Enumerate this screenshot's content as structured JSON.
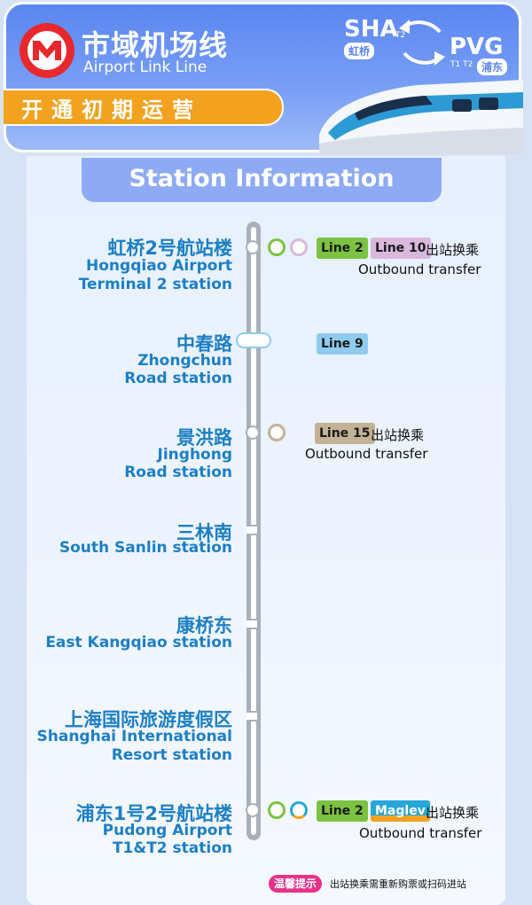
{
  "header": {
    "title_cn": "市域机场线",
    "title_en": "Airport Link Line",
    "banner": "开通初期运营",
    "airport_left": {
      "code": "SHA",
      "terminal": "T2",
      "name_cn": "虹桥"
    },
    "airport_right": {
      "code": "PVG",
      "terminal": "T1 T2",
      "name_cn": "浦东"
    }
  },
  "section_title": "Station Information",
  "stations": [
    {
      "cn": "虹桥2号航站楼",
      "en1": "Hongqiao Airport",
      "en2": "Terminal 2 station",
      "tags": [
        {
          "label": "Line 2",
          "bg": "#7cc242",
          "fg": "#1a1a1a"
        },
        {
          "label": "Line 10",
          "bg": "#d9b8dc",
          "fg": "#1a1a1a"
        }
      ],
      "note_cn": "出站换乘",
      "note_en": "Outbound transfer"
    },
    {
      "cn": "中春路",
      "en1": "Zhongchun",
      "en2": "Road station",
      "tags": [
        {
          "label": "Line 9",
          "bg": "#8fcbee",
          "fg": "#1a1a1a"
        }
      ]
    },
    {
      "cn": "景洪路",
      "en1": "Jinghong",
      "en2": "Road station",
      "tags": [
        {
          "label": "Line 15",
          "bg": "#c3b295",
          "fg": "#1a1a1a"
        }
      ],
      "note_cn": "出站换乘",
      "note_en": "Outbound transfer"
    },
    {
      "cn": "三林南",
      "en1": "South Sanlin station"
    },
    {
      "cn": "康桥东",
      "en1": "East Kangqiao station"
    },
    {
      "cn": "上海国际旅游度假区",
      "en1": "Shanghai International",
      "en2": "Resort station"
    },
    {
      "cn": "浦东1号2号航站楼",
      "en1": "Pudong Airport",
      "en2": "T1&T2 station",
      "tags": [
        {
          "label": "Line 2",
          "bg": "#7cc242",
          "fg": "#1a1a1a"
        },
        {
          "label": "Maglev",
          "bg": "#27a6d9",
          "fg": "#ffffff"
        }
      ],
      "note_cn": "出站换乘",
      "note_en": "Outbound transfer"
    }
  ],
  "footer": {
    "badge": "温馨提示",
    "text": "出站换乘需重新购票或扫码进站"
  },
  "colors": {
    "line2": "#7cc242",
    "line10": "#d9b8dc",
    "line9": "#8fcbee",
    "line15": "#c3b295",
    "maglev": "#27a6d9",
    "title_blue": "#1c7fc4",
    "accent_orange": "#f3a21f"
  }
}
